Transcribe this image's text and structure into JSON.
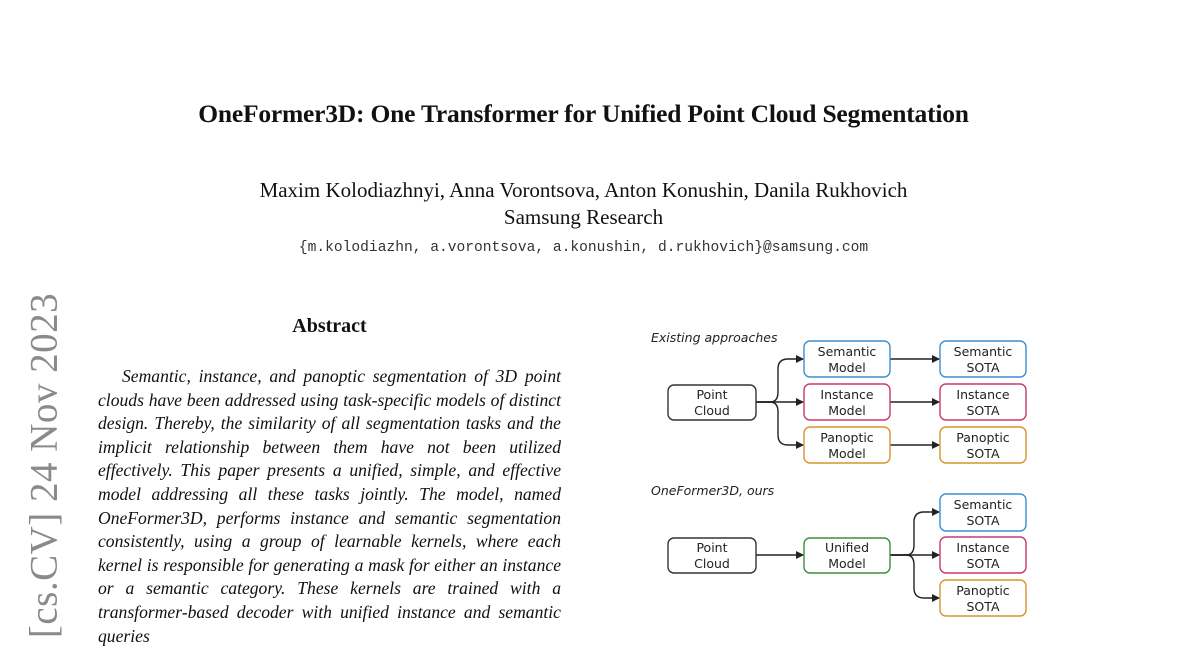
{
  "paper": {
    "title": "OneFormer3D: One Transformer for Unified Point Cloud Segmentation",
    "authors": "Maxim Kolodiazhnyi, Anna Vorontsova, Anton Konushin, Danila Rukhovich",
    "affiliation": "Samsung Research",
    "email": "{m.kolodiazhn, a.vorontsova, a.konushin, d.rukhovich}@samsung.com",
    "arxiv_stamp": "[cs.CV]  24 Nov 2023"
  },
  "abstract": {
    "heading": "Abstract",
    "text": "Semantic, instance, and panoptic segmentation of 3D point clouds have been addressed using task-specific models of distinct design. Thereby, the similarity of all segmentation tasks and the implicit relationship between them have not been utilized effectively. This paper presents a unified, simple, and effective model addressing all these tasks jointly. The model, named OneFormer3D, performs instance and semantic segmentation consistently, using a group of learnable kernels, where each kernel is responsible for generating a mask for either an instance or a semantic category. These kernels are trained with a transformer-based decoder with unified instance and semantic queries"
  },
  "diagram": {
    "colors": {
      "neutral": "#333333",
      "semantic": "#3d8fd1",
      "instance": "#c8386e",
      "panoptic": "#d9942c",
      "unified": "#3b8f3b"
    },
    "existing": {
      "label": "Existing approaches",
      "input": [
        "Point",
        "Cloud"
      ],
      "models": [
        {
          "line1": "Semantic",
          "line2": "Model",
          "color": "semantic"
        },
        {
          "line1": "Instance",
          "line2": "Model",
          "color": "instance"
        },
        {
          "line1": "Panoptic",
          "line2": "Model",
          "color": "panoptic"
        }
      ],
      "outputs": [
        {
          "line1": "Semantic",
          "line2": "SOTA",
          "color": "semantic"
        },
        {
          "line1": "Instance",
          "line2": "SOTA",
          "color": "instance"
        },
        {
          "line1": "Panoptic",
          "line2": "SOTA",
          "color": "panoptic"
        }
      ]
    },
    "ours": {
      "label": "OneFormer3D, ours",
      "input": [
        "Point",
        "Cloud"
      ],
      "model": [
        "Unified",
        "Model"
      ],
      "outputs": [
        {
          "line1": "Semantic",
          "line2": "SOTA",
          "color": "semantic"
        },
        {
          "line1": "Instance",
          "line2": "SOTA",
          "color": "instance"
        },
        {
          "line1": "Panoptic",
          "line2": "SOTA",
          "color": "panoptic"
        }
      ]
    }
  }
}
